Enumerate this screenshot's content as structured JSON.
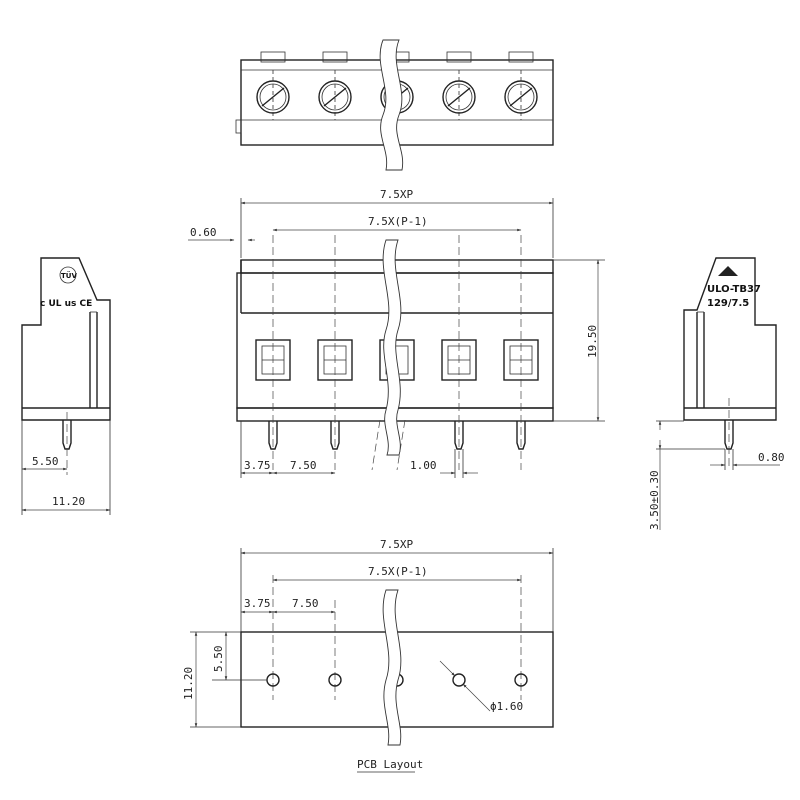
{
  "top_view": {
    "screw_count": 5
  },
  "front_view": {
    "dims": {
      "overall_width": "7.5XP",
      "pitch_span": "7.5X(P-1)",
      "offset": "0.60",
      "height": "19.50",
      "edge_to_pin": "3.75",
      "pitch": "7.50",
      "pin_size": "1.00"
    }
  },
  "left_side_view": {
    "marks": {
      "tuv": "TÜV",
      "ul_ce": "c UL us CE"
    },
    "dims": {
      "pin_offset": "5.50",
      "depth": "11.20"
    }
  },
  "right_side_view": {
    "marks": {
      "logo_text": "ULO-TB37",
      "part_no": "129/7.5"
    },
    "dims": {
      "pin_length": "3.50±0.30",
      "pin_size": "0.80"
    }
  },
  "pcb_layout": {
    "caption": "PCB Layout",
    "dims": {
      "overall_width": "7.5XP",
      "pitch_span": "7.5X(P-1)",
      "edge_to_hole": "3.75",
      "pitch": "7.50",
      "depth": "11.20",
      "hole_offset": "5.50",
      "hole_dia": "ϕ1.60"
    }
  }
}
